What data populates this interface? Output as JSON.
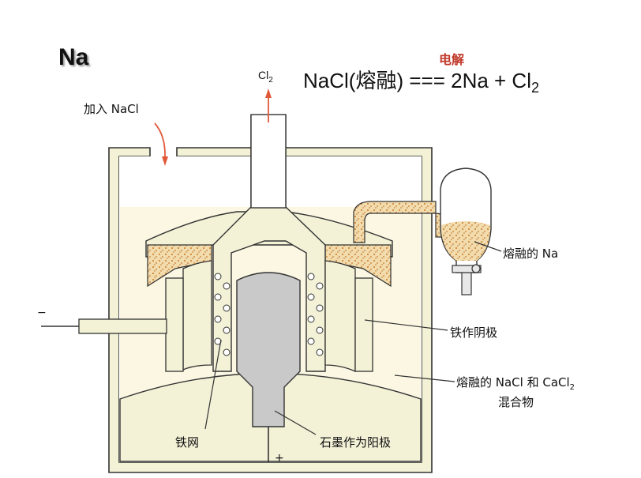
{
  "title": "Na",
  "equation": {
    "condition": "电解",
    "left": "NaCl(熔融) === 2Na + Cl",
    "subscript": "2"
  },
  "gas_outlet": {
    "label": "Cl",
    "subscript": "2"
  },
  "labels": {
    "add_nacl": "加入 NaCl",
    "molten_na": "熔融的 Na",
    "iron_cathode": "铁作阴极",
    "mixture_line1_prefix": "熔融的 NaCl 和 CaCl",
    "mixture_line1_sub": "2",
    "mixture_line2": "混合物",
    "iron_mesh": "铁网",
    "graphite_anode": "石墨作为阳极",
    "minus_sign": "−",
    "plus_sign": "+"
  },
  "colors": {
    "frame": "#f3f1d6",
    "molten": "#fbf7e2",
    "sodium": "#e9c98f",
    "graphite": "#c9c9c9",
    "arrow_red": "#e05a3a",
    "condition_red": "#c0392b"
  }
}
